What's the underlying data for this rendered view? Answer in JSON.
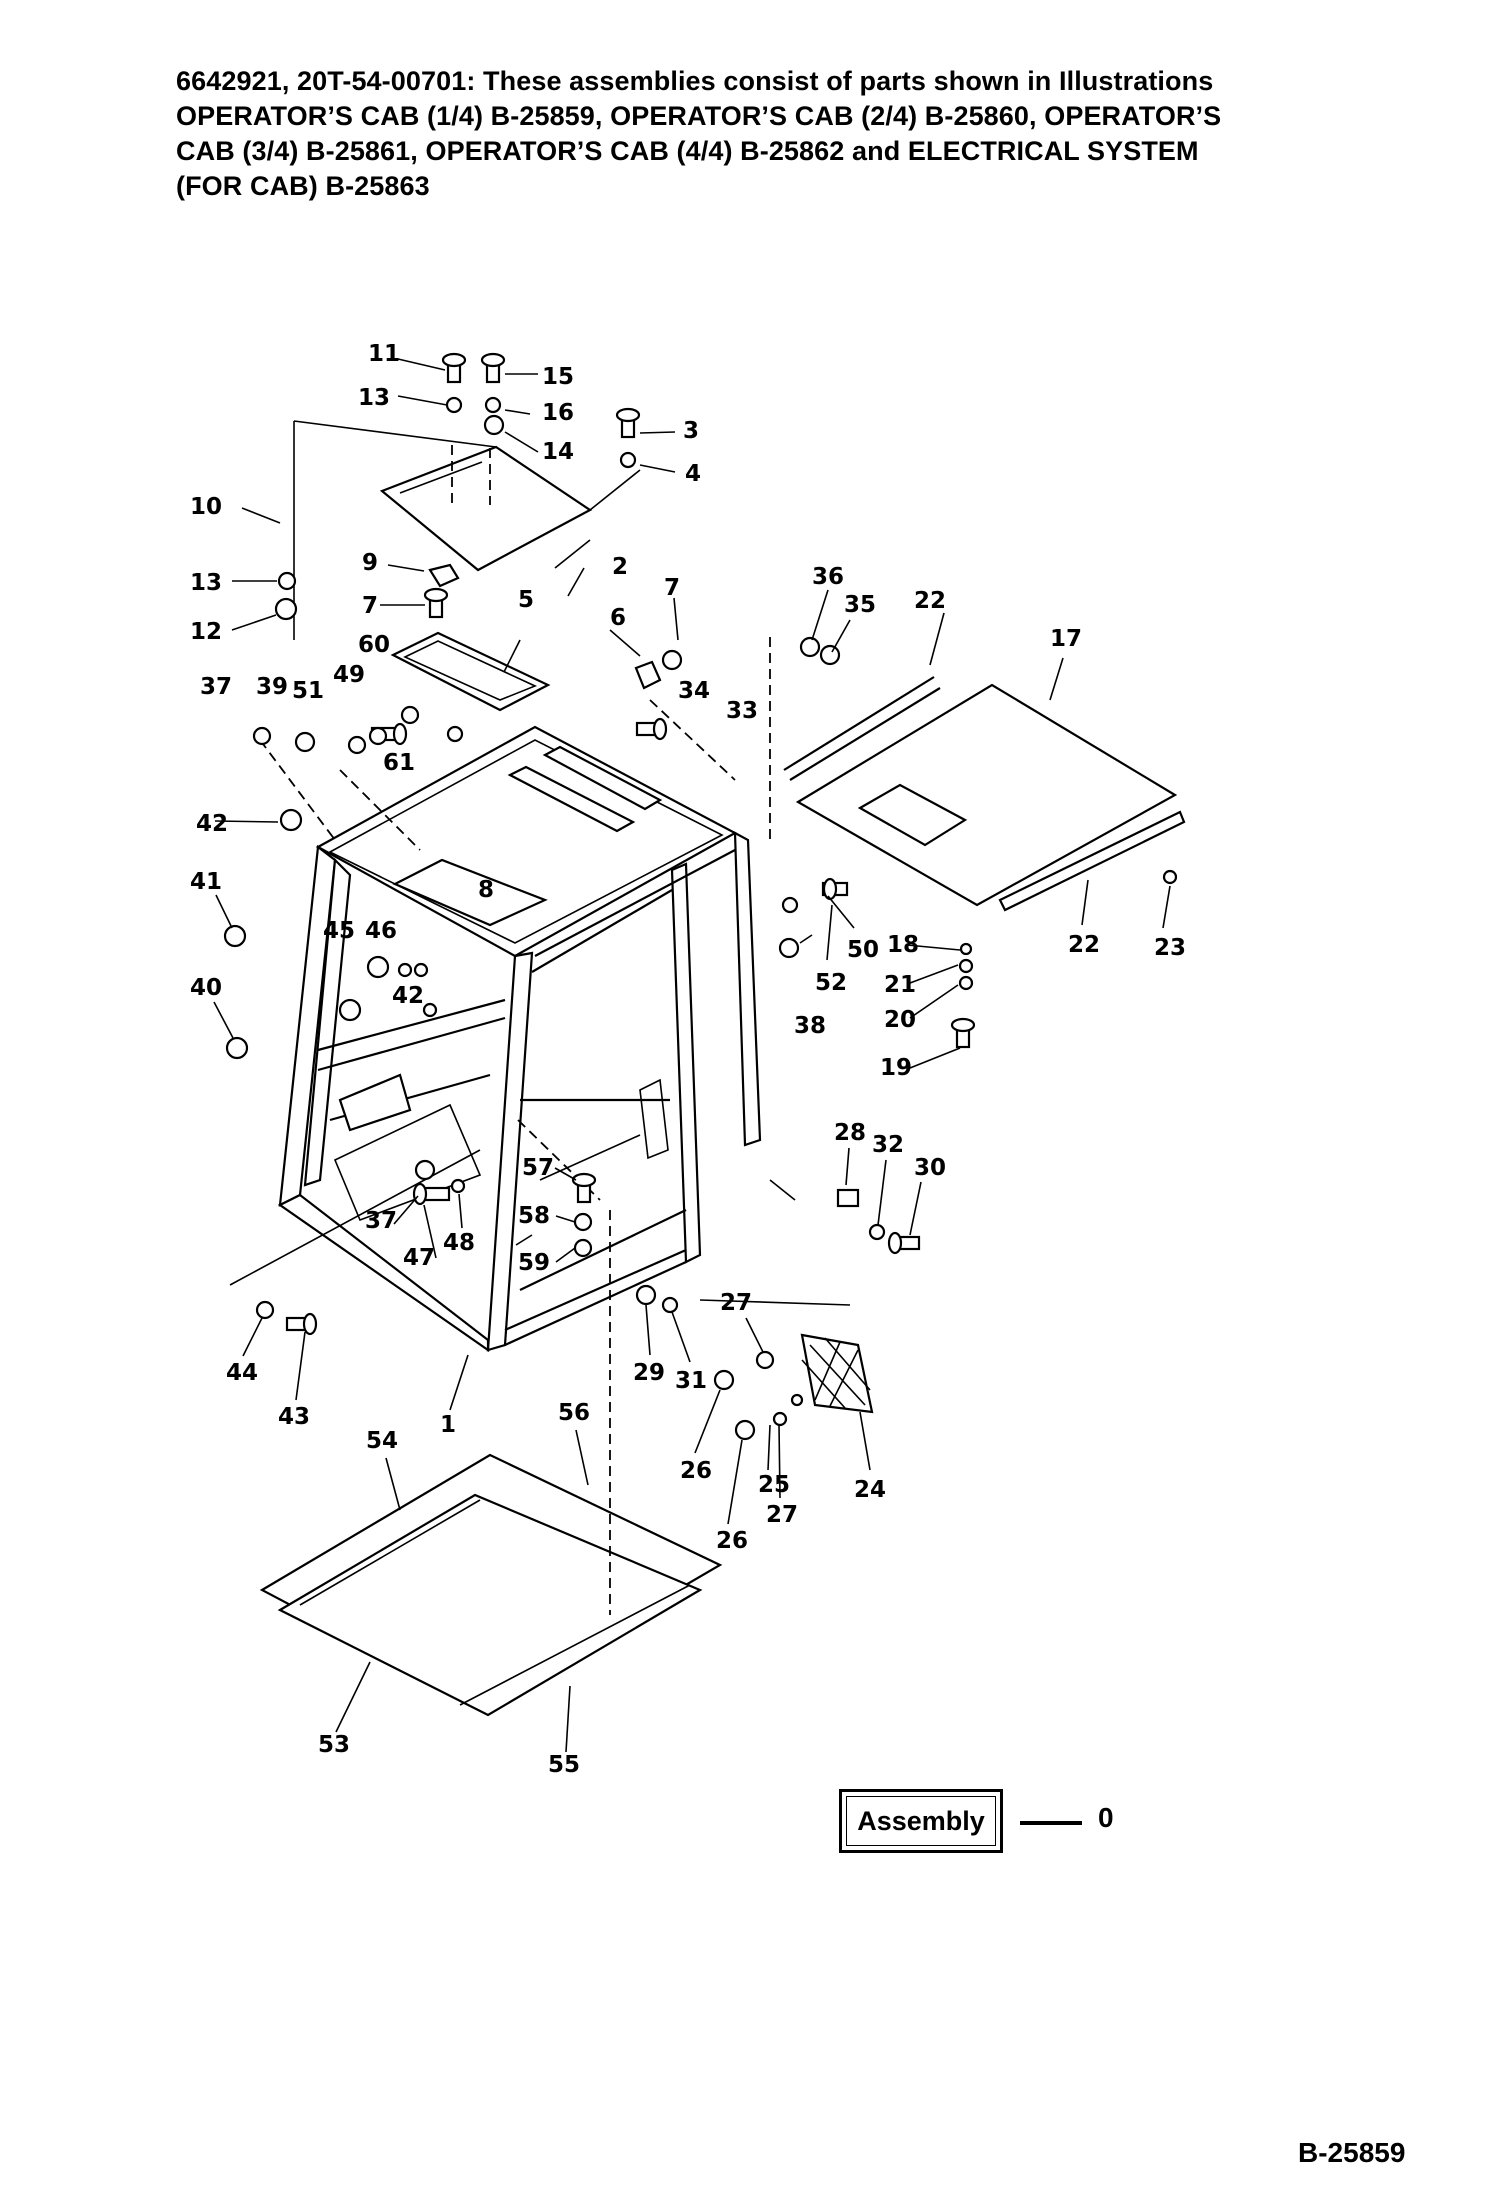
{
  "header": {
    "lines": [
      "6642921, 20T-54-00701: These assemblies consist of parts shown in Illustrations",
      "OPERATOR’S CAB (1/4) B-25859, OPERATOR’S CAB (2/4) B-25860, OPERATOR’S",
      "CAB (3/4) B-25861, OPERATOR’S CAB (4/4) B-25862 and ELECTRICAL SYSTEM",
      "(FOR CAB) B-25863"
    ]
  },
  "callouts": {
    "c1": "1",
    "c2": "2",
    "c3": "3",
    "c4": "4",
    "c5": "5",
    "c6": "6",
    "c7a": "7",
    "c7b": "7",
    "c8": "8",
    "c9": "9",
    "c10": "10",
    "c11": "11",
    "c12": "12",
    "c13a": "13",
    "c13b": "13",
    "c14": "14",
    "c15": "15",
    "c16": "16",
    "c17": "17",
    "c18": "18",
    "c19": "19",
    "c20": "20",
    "c21": "21",
    "c22a": "22",
    "c22b": "22",
    "c23": "23",
    "c24": "24",
    "c25": "25",
    "c26a": "26",
    "c26b": "26",
    "c27a": "27",
    "c27b": "27",
    "c28": "28",
    "c29": "29",
    "c30": "30",
    "c31": "31",
    "c32": "32",
    "c33": "33",
    "c34": "34",
    "c35": "35",
    "c36": "36",
    "c37a": "37",
    "c37b": "37",
    "c38": "38",
    "c39": "39",
    "c40": "40",
    "c41": "41",
    "c42a": "42",
    "c42b": "42",
    "c43": "43",
    "c44": "44",
    "c45": "45",
    "c46": "46",
    "c47": "47",
    "c48": "48",
    "c49": "49",
    "c50": "50",
    "c51": "51",
    "c52": "52",
    "c53": "53",
    "c54": "54",
    "c55": "55",
    "c56": "56",
    "c57": "57",
    "c58": "58",
    "c59": "59",
    "c60": "60",
    "c61": "61"
  },
  "legend": {
    "label": "Assembly",
    "number": "0"
  },
  "figure_id": "B-25859"
}
